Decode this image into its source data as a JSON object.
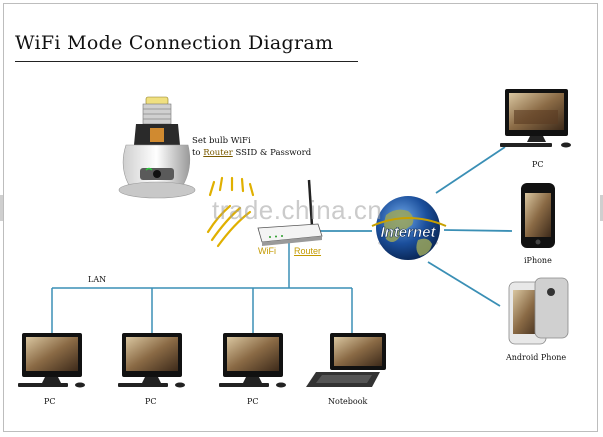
{
  "title": "WiFi Mode Connection Diagram",
  "bulb_note": {
    "line1": "Set bulb WiFi",
    "line2_prefix": "to ",
    "line2_router": "Router",
    "line2_suffix": " SSID & Password"
  },
  "router": {
    "wifi_label": "WiFi",
    "router_label": "Router"
  },
  "internet_label": "Internet",
  "lan_label": "LAN",
  "watermark": "trade.china.cn",
  "lan_devices": [
    "PC",
    "PC",
    "PC",
    "Notebook"
  ],
  "remote_devices": {
    "pc": "PC",
    "iphone": "iPhone",
    "android": "Android Phone"
  },
  "colors": {
    "link_line": "#3a8fb5",
    "wifi_wave": "#e0b000",
    "globe": "#1b4f9c",
    "monitor_frame": "#1a1a1a"
  }
}
